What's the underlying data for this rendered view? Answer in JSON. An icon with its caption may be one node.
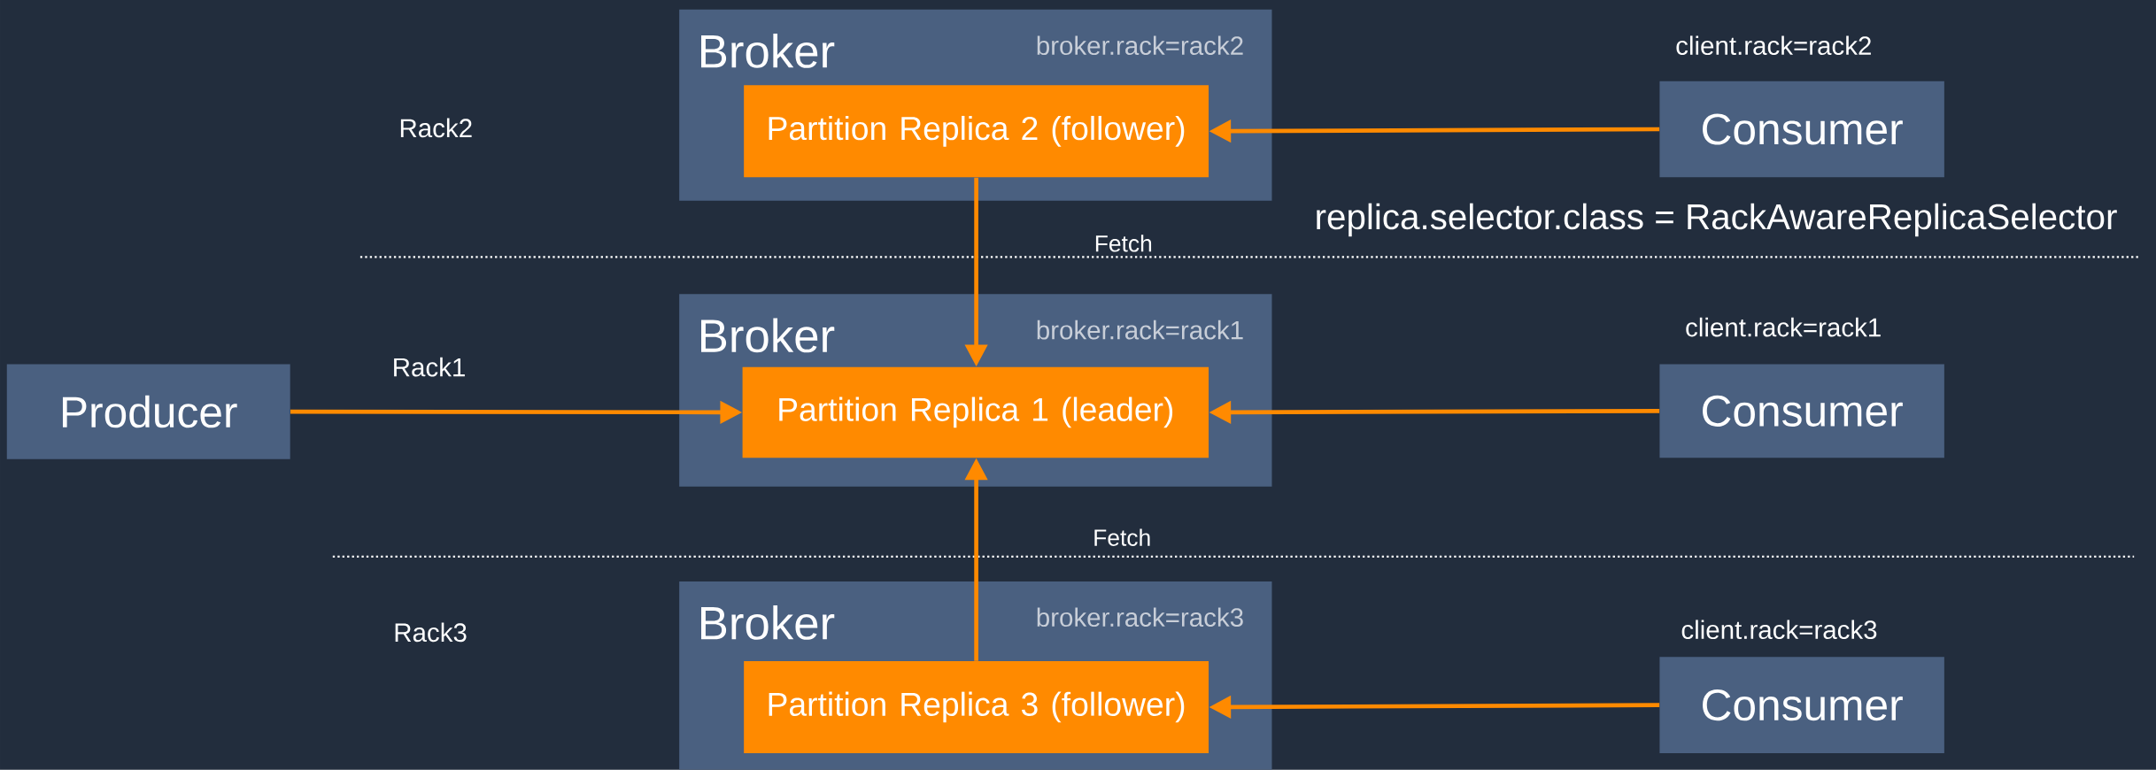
{
  "diagram": {
    "nodes": [
      {
        "text": [
          "Broker",
          "broker.rack=rack2"
        ]
      },
      {
        "text": [
          "Partition Replica 2 (follower)"
        ],
        "in": 0
      },
      {
        "text": [
          "Broker",
          "broker.rack=rack1"
        ]
      },
      {
        "text": [
          "Partition Replica 1 (leader)"
        ],
        "in": 2
      },
      {
        "text": [
          "Broker",
          "broker.rack=rack3"
        ]
      },
      {
        "text": [
          "Partition Replica 3 (follower)"
        ],
        "in": 4
      },
      {
        "text": [
          "Consumer"
        ],
        "beside": [
          "client.rack=rack2"
        ]
      },
      {
        "text": [
          "Consumer"
        ],
        "beside": [
          "client.rack=rack1"
        ]
      },
      {
        "text": [
          "Consumer"
        ],
        "beside": [
          "client.rack=rack3"
        ]
      },
      {
        "text": [
          "Producer"
        ]
      }
    ],
    "edges": [
      {
        "from": 6,
        "to": 1,
        "arrow": "to"
      },
      {
        "from": 1,
        "to": 3,
        "arrow": "to"
      },
      {
        "from": 9,
        "to": 3,
        "arrow": "to"
      },
      {
        "from": 7,
        "to": 3,
        "arrow": "to"
      },
      {
        "from": 5,
        "to": 3,
        "arrow": "to"
      },
      {
        "from": 8,
        "to": 5,
        "arrow": "to"
      }
    ],
    "labels": [
      "Rack2",
      "replica.selector.class = RackAwareReplicaSelector",
      "Fetch",
      "Rack1",
      "Fetch",
      "Rack3"
    ]
  }
}
